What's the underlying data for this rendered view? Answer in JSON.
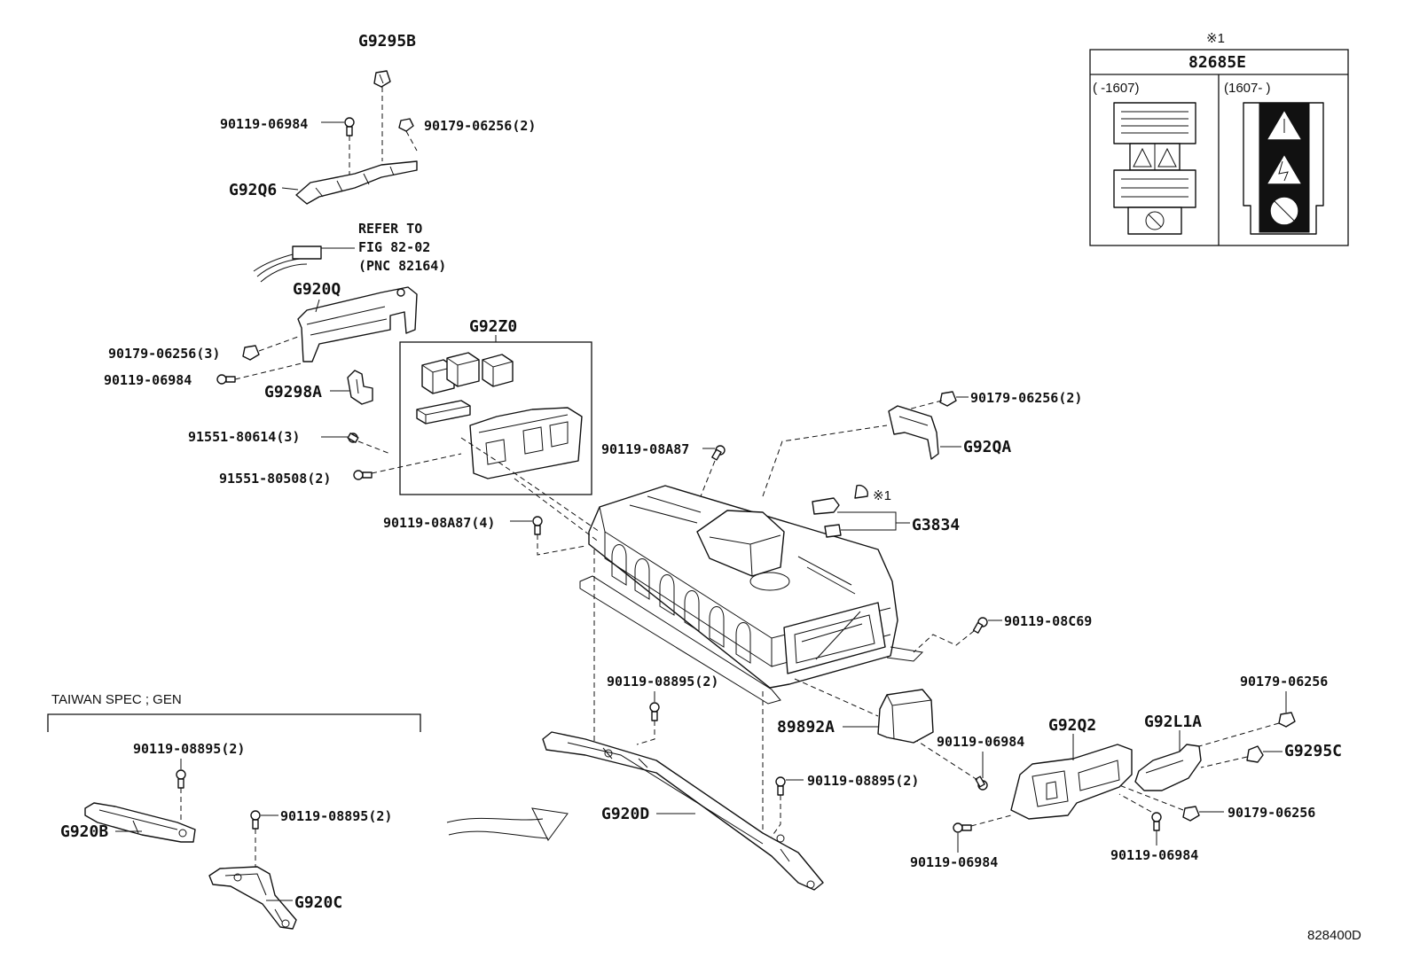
{
  "labels": {
    "g9295b": "G9295B",
    "p90119_06984_a": "90119-06984",
    "p90179_06256_2a": "90179-06256(2)",
    "g92q6": "G92Q6",
    "refer_1": "REFER TO",
    "refer_2": "FIG 82-02",
    "refer_3": "(PNC 82164)",
    "g920q": "G920Q",
    "p90179_06256_3": "90179-06256(3)",
    "p90119_06984_b": "90119-06984",
    "g9298a": "G9298A",
    "p91551_80614_3": "91551-80614(3)",
    "p91551_80508_2": "91551-80508(2)",
    "g92z0": "G92Z0",
    "p90119_08a87": "90119-08A87",
    "p90119_08a87_4": "90119-08A87(4)",
    "p90179_06256_2b": "90179-06256(2)",
    "g92qa": "G92QA",
    "ref_x1": "※1",
    "g3834": "G3834",
    "p90119_08c69": "90119-08C69",
    "p90119_08895_2a": "90119-08895(2)",
    "p89892a": "89892A",
    "p90119_06984_c": "90119-06984",
    "g92q2": "G92Q2",
    "g92l1a": "G92L1A",
    "p90179_06256_a": "90179-06256",
    "g9295c": "G9295C",
    "p90179_06256_b": "90179-06256",
    "p90119_08895_2b": "90119-08895(2)",
    "g920d": "G920D",
    "p90119_06984_d": "90119-06984",
    "p90119_06984_e": "90119-06984",
    "taiwan": "TAIWAN SPEC ; GEN",
    "p90119_08895_2c": "90119-08895(2)",
    "g920b": "G920B",
    "p90119_08895_2d": "90119-08895(2)",
    "g920c": "G920C",
    "diagram_id": "828400D"
  },
  "label_box": {
    "ref": "※1",
    "part": "82685E",
    "col_left": "(     -1607)",
    "col_right": "(1607-     )"
  }
}
